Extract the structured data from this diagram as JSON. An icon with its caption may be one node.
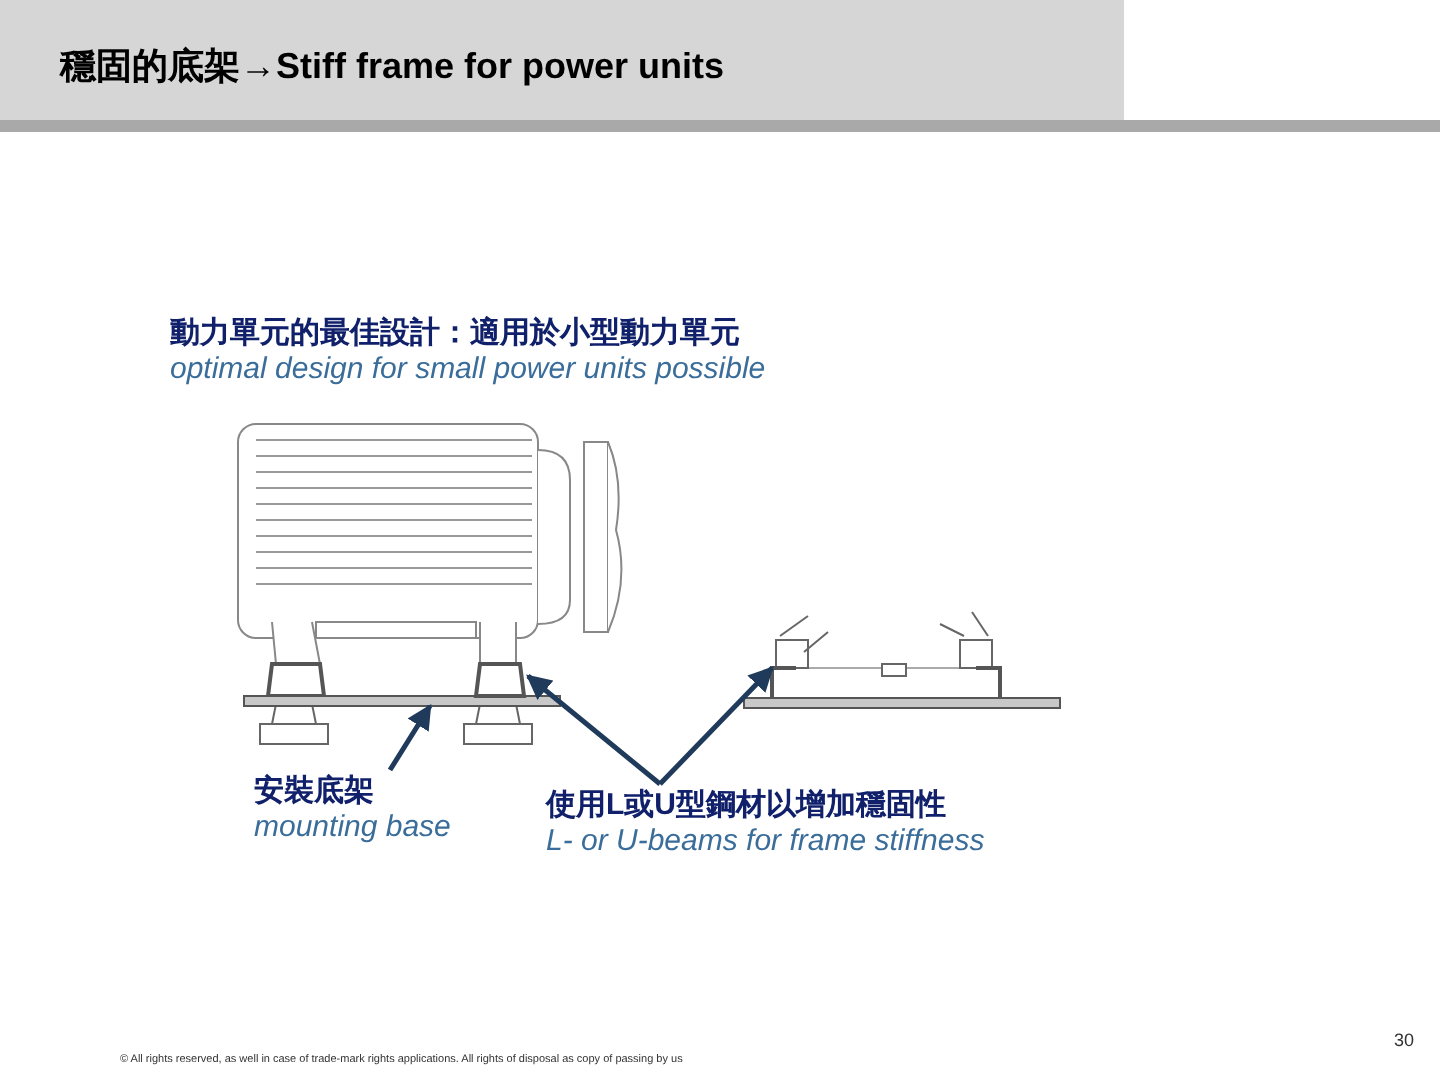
{
  "diagram": {
    "title": "穩固的底架→Stiff frame for power units",
    "nodes": [
      {
        "text": [
          "安裝底架",
          "mounting base"
        ]
      },
      {
        "text": [],
        "shape": "bar"
      },
      {
        "text": [
          "使用L或U型鋼材以增加穩固性",
          "L- or U-beams for frame stiffness"
        ]
      },
      {
        "text": [],
        "shape": "box"
      },
      {
        "text": [],
        "shape": "box"
      }
    ],
    "edges": [
      {
        "from": 0,
        "to": 1,
        "arrow": "to"
      },
      {
        "from": 2,
        "to": 3,
        "arrow": "to"
      },
      {
        "from": 2,
        "to": 4,
        "arrow": "to"
      }
    ],
    "labels": [
      "動力單元的最佳設計：適用於小型動力單元",
      "optimal design for small power units possible",
      "© All rights reserved, as well in case of trade-mark rights applications. All rights of disposal as copy of passing by us",
      "30"
    ]
  }
}
